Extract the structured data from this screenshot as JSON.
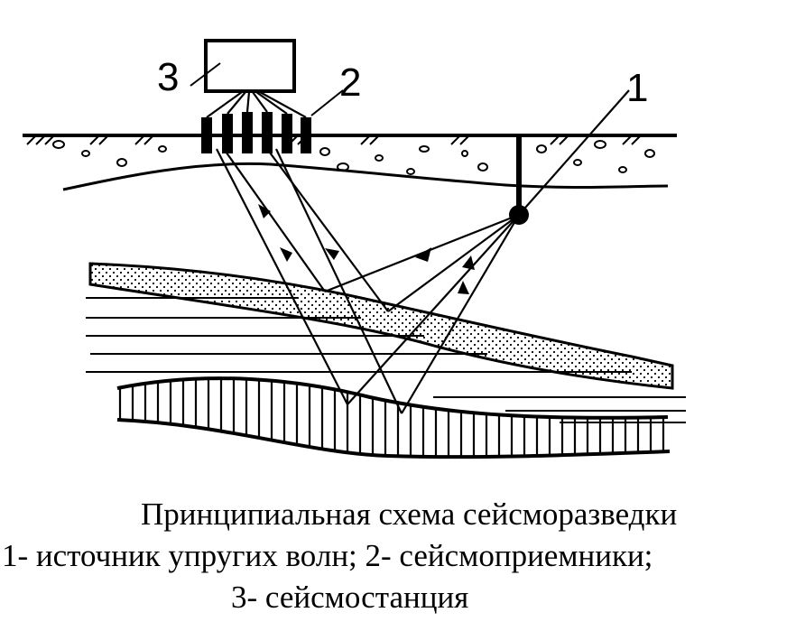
{
  "diagram": {
    "labels": {
      "source": "1",
      "geophones": "2",
      "station": "3"
    },
    "caption": {
      "title": "Принципиальная схема сейсморазведки",
      "legend_line1": "1- источник упругих волн; 2- сейсмоприемники;",
      "legend_line2": "3- сейсмостанция"
    }
  }
}
